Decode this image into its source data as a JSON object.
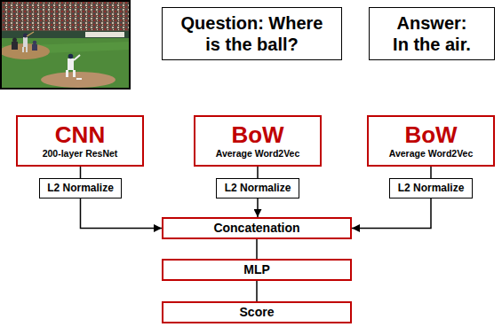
{
  "diagram": {
    "nodes": [
      {
        "text": [
          "Question: Where is the ball?"
        ]
      },
      {
        "text": [
          "Answer: In the air."
        ]
      },
      {
        "text": [
          "CNN",
          "200-layer ResNet"
        ]
      },
      {
        "text": [
          "BoW",
          "Average Word2Vec"
        ]
      },
      {
        "text": [
          "BoW",
          "Average Word2Vec"
        ]
      },
      {
        "text": [
          "L2 Normalize"
        ]
      },
      {
        "text": [
          "L2 Normalize"
        ]
      },
      {
        "text": [
          "L2 Normalize"
        ]
      },
      {
        "text": [
          "Concatenation"
        ]
      },
      {
        "text": [
          "MLP"
        ]
      },
      {
        "text": [
          "Score"
        ]
      }
    ],
    "edges": [
      {
        "from": 2,
        "to": 5,
        "arrow": "none"
      },
      {
        "from": 3,
        "to": 6,
        "arrow": "none"
      },
      {
        "from": 4,
        "to": 7,
        "arrow": "none"
      },
      {
        "from": 5,
        "to": 8,
        "arrow": "to"
      },
      {
        "from": 6,
        "to": 8,
        "arrow": "to"
      },
      {
        "from": 7,
        "to": 8,
        "arrow": "to"
      },
      {
        "from": 8,
        "to": 9,
        "arrow": "none"
      },
      {
        "from": 9,
        "to": 10,
        "arrow": "none"
      }
    ]
  }
}
